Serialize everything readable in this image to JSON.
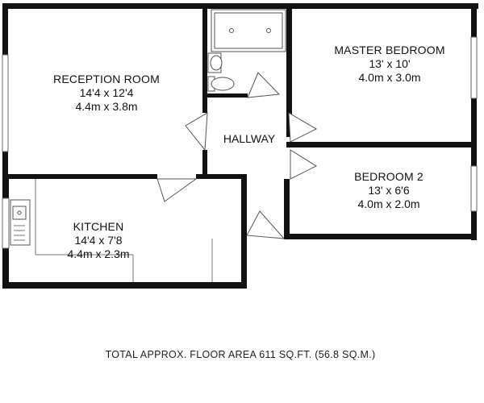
{
  "rooms": {
    "reception": {
      "name": "RECEPTION ROOM",
      "imperial": "14'4 x 12'4",
      "metric": "4.4m x 3.8m"
    },
    "master_bedroom": {
      "name": "MASTER BEDROOM",
      "imperial": "13' x 10'",
      "metric": "4.0m x 3.0m"
    },
    "hallway": {
      "name": "HALLWAY"
    },
    "bedroom2": {
      "name": "BEDROOM 2",
      "imperial": "13' x 6'6",
      "metric": "4.0m x 2.0m"
    },
    "kitchen": {
      "name": "KITCHEN",
      "imperial": "14'4 x 7'8",
      "metric": "4.4m x 2.3m"
    }
  },
  "footer": {
    "floor_area": "TOTAL APPROX. FLOOR AREA 611 SQ.FT. (56.8 SQ.M.)"
  },
  "colors": {
    "wall": "#111111",
    "background": "#ffffff"
  }
}
